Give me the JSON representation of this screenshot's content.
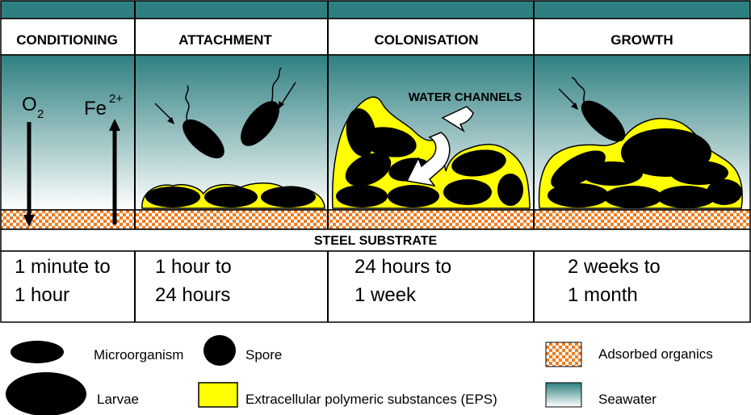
{
  "stages": [
    {
      "name": "CONDITIONING",
      "time_line1": "1 minute to",
      "time_line2": "1 hour"
    },
    {
      "name": "ATTACHMENT",
      "time_line1": "1 hour to",
      "time_line2": "24 hours"
    },
    {
      "name": "COLONISATION",
      "time_line1": "24 hours to",
      "time_line2": "1 week"
    },
    {
      "name": "GROWTH",
      "time_line1": "2 weeks to",
      "time_line2": "1 month"
    }
  ],
  "chemistry": {
    "oxygen_base": "O",
    "oxygen_sub": "2",
    "iron_base": "Fe",
    "iron_sup": "2+"
  },
  "water_channels_label": "WATER CHANNELS",
  "substrate_label": "STEEL SUBSTRATE",
  "legend": {
    "microorganism": "Microorganism",
    "spore": "Spore",
    "larvae": "Larvae",
    "eps": "Extracellular polymeric substances (EPS)",
    "adsorbed": "Adsorbed organics",
    "seawater": "Seawater"
  },
  "colors": {
    "seawater_top": "#2e7f80",
    "seawater_bottom": "#ffffff",
    "eps": "#ffff00",
    "adsorbed_orange": "#ef7d22",
    "organism": "#000000"
  }
}
